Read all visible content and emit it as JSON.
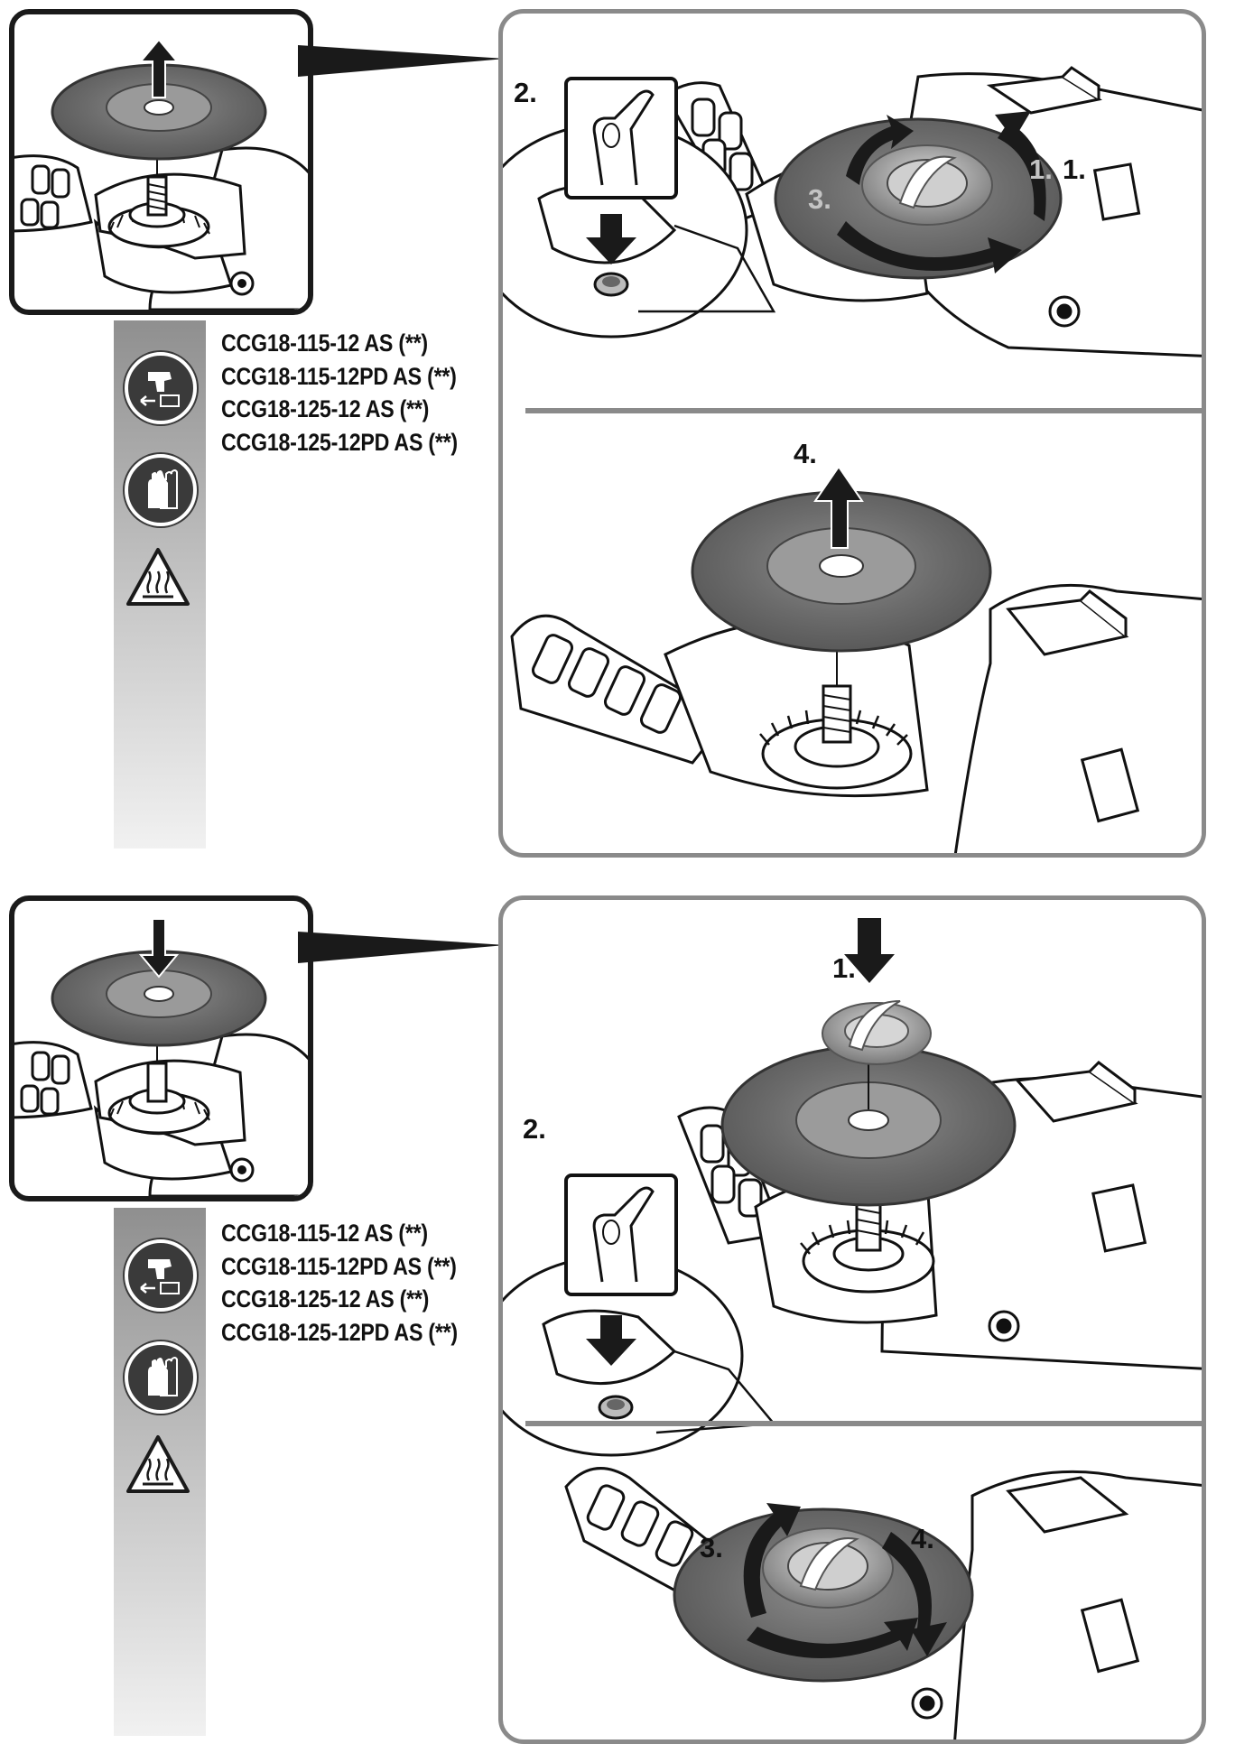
{
  "section_top": {
    "model_list": [
      "CCG18-115-12 AS (**)",
      "CCG18-115-12PD AS (**)",
      "CCG18-125-12 AS (**)",
      "CCG18-125-12PD AS (**)"
    ],
    "sidebar_icons": [
      "remove-battery-icon",
      "gloves-icon",
      "hot-surface-warning-icon"
    ],
    "labels": {
      "press_button": "2.",
      "rotate_cw": "1.",
      "rotate_cw_ghost": "1.",
      "rotate_ccw": "3.",
      "lift_disc": "4."
    }
  },
  "section_bottom": {
    "model_list": [
      "CCG18-115-12 AS (**)",
      "CCG18-115-12PD AS (**)",
      "CCG18-125-12 AS (**)",
      "CCG18-125-12PD AS (**)"
    ],
    "sidebar_icons": [
      "remove-battery-icon",
      "gloves-icon",
      "hot-surface-warning-icon"
    ],
    "labels": {
      "place_nut": "1.",
      "press_button": "2.",
      "rotate_ccw": "3.",
      "rotate_cw": "4."
    }
  },
  "colors": {
    "panel_border": "#8a8a8a",
    "thumb_border": "#1a1a1a",
    "disc": "#6e6e6e",
    "icon_bg": "#3a3a3a"
  }
}
